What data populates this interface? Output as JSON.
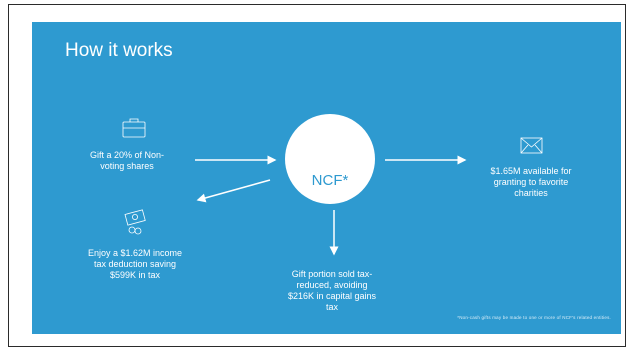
{
  "slide": {
    "title": "How it works",
    "center_label": "NCF*",
    "gift_label": "Gift a 20% of Non-voting shares",
    "deduction_label": "Enjoy a $1.62M income tax deduction saving $599K in tax",
    "sold_label": "Gift portion sold tax-reduced, avoiding $216K in capital gains tax",
    "granting_label": "$1.65M available for granting to favorite charities",
    "footnote": "*Non-cash gifts may be made to one or more of NCF's related entities.",
    "icons": [
      "briefcase-icon",
      "money-icon",
      "envelope-icon"
    ]
  },
  "colors": {
    "background": "#2e9ad0",
    "foreground": "#ffffff"
  }
}
